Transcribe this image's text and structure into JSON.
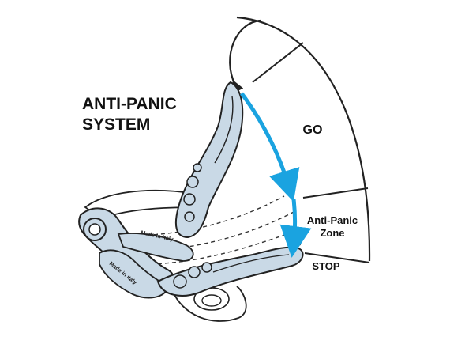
{
  "title": {
    "line1": "ANTI-PANIC",
    "line2": "SYSTEM"
  },
  "zones": {
    "go": "GO",
    "anti_panic_line1": "Anti-Panic",
    "anti_panic_line2": "Zone",
    "stop": "STOP"
  },
  "engraving": {
    "text1": "Made in Italy",
    "text2": "Made in Italy"
  },
  "colors": {
    "device_fill": "#c9d9e6",
    "outline": "#222222",
    "arrow": "#1aa3e0"
  }
}
